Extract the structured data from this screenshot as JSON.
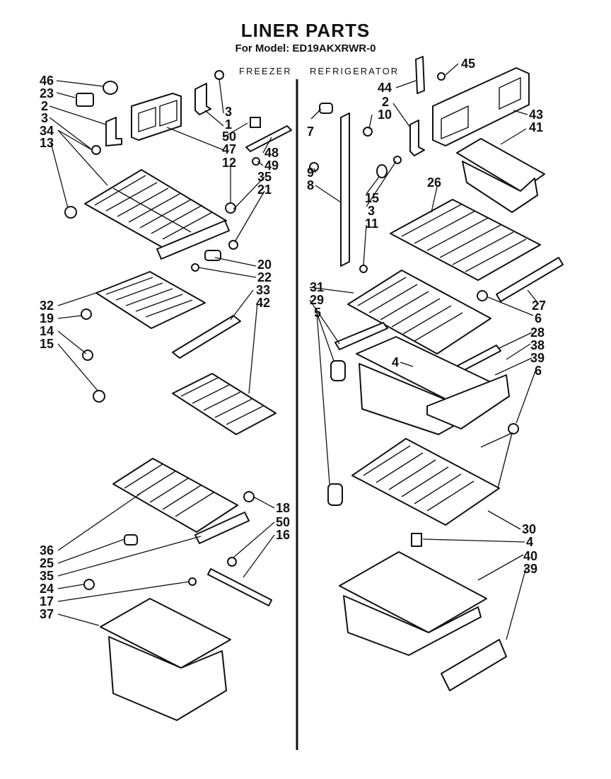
{
  "title": "LINER PARTS",
  "subtitle": "For Model: ED19AKXRWR-0",
  "sections": {
    "left": "FREEZER",
    "right": "REFRIGERATOR"
  },
  "callouts": [
    {
      "id": "c46a",
      "text": "46"
    },
    {
      "id": "c23a",
      "text": "23"
    },
    {
      "id": "c2a",
      "text": "2"
    },
    {
      "id": "c3a",
      "text": "3"
    },
    {
      "id": "c34",
      "text": "34"
    },
    {
      "id": "c13",
      "text": "13"
    },
    {
      "id": "c3b",
      "text": "3"
    },
    {
      "id": "c1",
      "text": "1"
    },
    {
      "id": "c50a",
      "text": "50"
    },
    {
      "id": "c47",
      "text": "47"
    },
    {
      "id": "c48",
      "text": "48"
    },
    {
      "id": "c49",
      "text": "49"
    },
    {
      "id": "c12",
      "text": "12"
    },
    {
      "id": "c35a",
      "text": "35"
    },
    {
      "id": "c21",
      "text": "21"
    },
    {
      "id": "c20",
      "text": "20"
    },
    {
      "id": "c22",
      "text": "22"
    },
    {
      "id": "c33",
      "text": "33"
    },
    {
      "id": "c42",
      "text": "42"
    },
    {
      "id": "c32",
      "text": "32"
    },
    {
      "id": "c19",
      "text": "19"
    },
    {
      "id": "c14",
      "text": "14"
    },
    {
      "id": "c15a",
      "text": "15"
    },
    {
      "id": "c18",
      "text": "18"
    },
    {
      "id": "c50b",
      "text": "50"
    },
    {
      "id": "c16",
      "text": "16"
    },
    {
      "id": "c36",
      "text": "36"
    },
    {
      "id": "c25",
      "text": "25"
    },
    {
      "id": "c35b",
      "text": "35"
    },
    {
      "id": "c24",
      "text": "24"
    },
    {
      "id": "c17",
      "text": "17"
    },
    {
      "id": "c37",
      "text": "37"
    },
    {
      "id": "c45",
      "text": "45"
    },
    {
      "id": "c44",
      "text": "44"
    },
    {
      "id": "c2b",
      "text": "2"
    },
    {
      "id": "c10",
      "text": "10"
    },
    {
      "id": "c7",
      "text": "7"
    },
    {
      "id": "c43",
      "text": "43"
    },
    {
      "id": "c41",
      "text": "41"
    },
    {
      "id": "c9",
      "text": "9"
    },
    {
      "id": "c8",
      "text": "8"
    },
    {
      "id": "c15b",
      "text": "15"
    },
    {
      "id": "c3c",
      "text": "3"
    },
    {
      "id": "c11",
      "text": "11"
    },
    {
      "id": "c26",
      "text": "26"
    },
    {
      "id": "c31",
      "text": "31"
    },
    {
      "id": "c29",
      "text": "29"
    },
    {
      "id": "c5",
      "text": "5"
    },
    {
      "id": "c6a",
      "text": "6"
    },
    {
      "id": "c27",
      "text": "27"
    },
    {
      "id": "c28",
      "text": "28"
    },
    {
      "id": "c4a",
      "text": "4"
    },
    {
      "id": "c38",
      "text": "38"
    },
    {
      "id": "c39a",
      "text": "39"
    },
    {
      "id": "c6b",
      "text": "6"
    },
    {
      "id": "c30",
      "text": "30"
    },
    {
      "id": "c4b",
      "text": "4"
    },
    {
      "id": "c40",
      "text": "40"
    },
    {
      "id": "c39b",
      "text": "39"
    }
  ]
}
